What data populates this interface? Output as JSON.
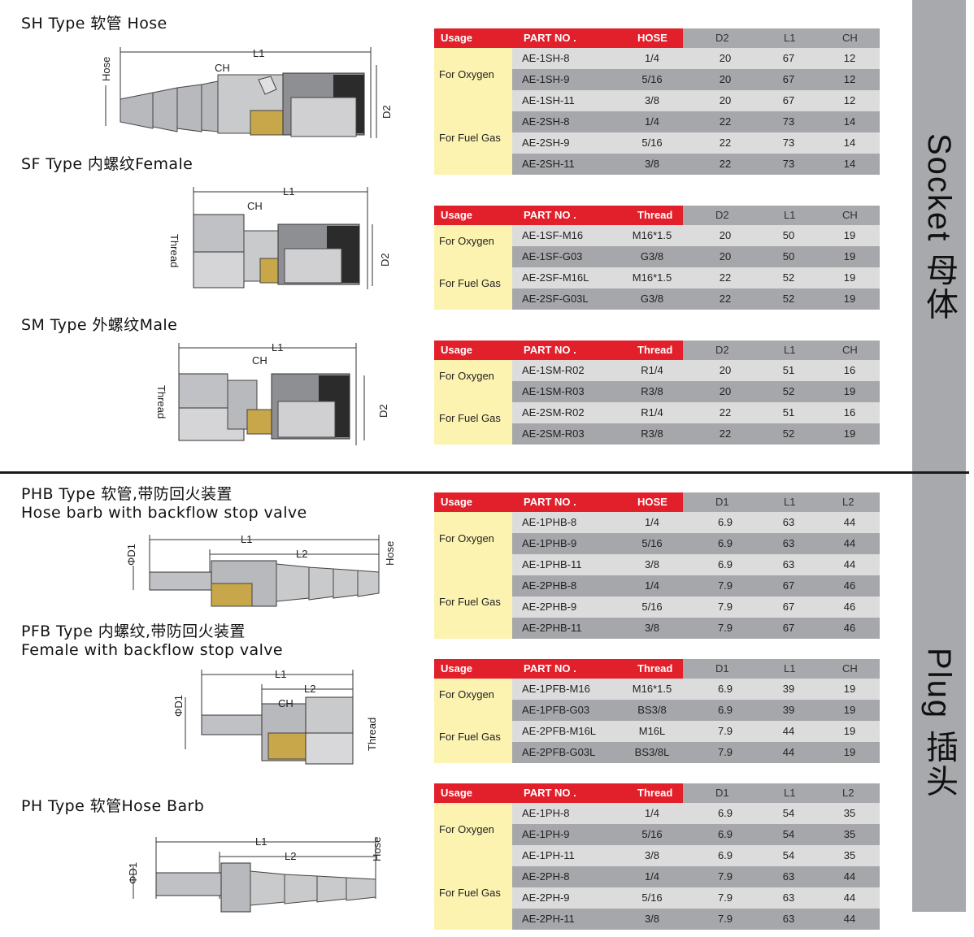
{
  "side_labels": {
    "socket": "Socket 母体",
    "plug": "Plug 插头"
  },
  "headings": {
    "sh": "SH Type 软管 Hose",
    "sf": "SF Type 内螺纹Female",
    "sm": "SM Type 外螺纹Male",
    "phb_1": "PHB Type 软管,带防回火装置",
    "phb_2": "Hose barb with backflow stop valve",
    "pfb_1": "PFB Type 内螺纹,带防回火装置",
    "pfb_2": "Female with backflow stop valve",
    "ph": "PH Type 软管Hose Barb"
  },
  "dims": {
    "l1": "L1",
    "l2": "L2",
    "ch": "CH",
    "d2": "D2",
    "hose": "Hose",
    "thread": "Thread",
    "od1": "ΦD1"
  },
  "colors": {
    "header_red": "#e2202b",
    "header_gray": "#a8a9ad",
    "usage_yellow": "#fdf3b1",
    "row_light": "#dcdcdc",
    "row_dark": "#a6a7aa"
  },
  "tables": [
    {
      "headers": [
        "Usage",
        "PART NO .",
        "HOSE",
        "D2",
        "L1",
        "CH"
      ],
      "usage": [
        "For Oxygen",
        "For Fuel Gas"
      ],
      "rows": [
        [
          "AE-1SH-8",
          "1/4",
          "20",
          "67",
          "12"
        ],
        [
          "AE-1SH-9",
          "5/16",
          "20",
          "67",
          "12"
        ],
        [
          "AE-1SH-11",
          "3/8",
          "20",
          "67",
          "12"
        ],
        [
          "AE-2SH-8",
          "1/4",
          "22",
          "73",
          "14"
        ],
        [
          "AE-2SH-9",
          "5/16",
          "22",
          "73",
          "14"
        ],
        [
          "AE-2SH-11",
          "3/8",
          "22",
          "73",
          "14"
        ]
      ]
    },
    {
      "headers": [
        "Usage",
        "PART NO .",
        "Thread",
        "D2",
        "L1",
        "CH"
      ],
      "usage": [
        "For Oxygen",
        "For Fuel Gas"
      ],
      "rows": [
        [
          "AE-1SF-M16",
          "M16*1.5",
          "20",
          "50",
          "19"
        ],
        [
          "AE-1SF-G03",
          "G3/8",
          "20",
          "50",
          "19"
        ],
        [
          "AE-2SF-M16L",
          "M16*1.5",
          "22",
          "52",
          "19"
        ],
        [
          "AE-2SF-G03L",
          "G3/8",
          "22",
          "52",
          "19"
        ]
      ]
    },
    {
      "headers": [
        "Usage",
        "PART NO .",
        "Thread",
        "D2",
        "L1",
        "CH"
      ],
      "usage": [
        "For Oxygen",
        "For Fuel Gas"
      ],
      "rows": [
        [
          "AE-1SM-R02",
          "R1/4",
          "20",
          "51",
          "16"
        ],
        [
          "AE-1SM-R03",
          "R3/8",
          "20",
          "52",
          "19"
        ],
        [
          "AE-2SM-R02",
          "R1/4",
          "22",
          "51",
          "16"
        ],
        [
          "AE-2SM-R03",
          "R3/8",
          "22",
          "52",
          "19"
        ]
      ]
    },
    {
      "headers": [
        "Usage",
        "PART NO .",
        "HOSE",
        "D1",
        "L1",
        "L2"
      ],
      "usage": [
        "For Oxygen",
        "For Fuel Gas"
      ],
      "rows": [
        [
          "AE-1PHB-8",
          "1/4",
          "6.9",
          "63",
          "44"
        ],
        [
          "AE-1PHB-9",
          "5/16",
          "6.9",
          "63",
          "44"
        ],
        [
          "AE-1PHB-11",
          "3/8",
          "6.9",
          "63",
          "44"
        ],
        [
          "AE-2PHB-8",
          "1/4",
          "7.9",
          "67",
          "46"
        ],
        [
          "AE-2PHB-9",
          "5/16",
          "7.9",
          "67",
          "46"
        ],
        [
          "AE-2PHB-11",
          "3/8",
          "7.9",
          "67",
          "46"
        ]
      ]
    },
    {
      "headers": [
        "Usage",
        "PART NO .",
        "Thread",
        "D1",
        "L1",
        "CH"
      ],
      "usage": [
        "For Oxygen",
        "For Fuel Gas"
      ],
      "rows": [
        [
          "AE-1PFB-M16",
          "M16*1.5",
          "6.9",
          "39",
          "19"
        ],
        [
          "AE-1PFB-G03",
          "BS3/8",
          "6.9",
          "39",
          "19"
        ],
        [
          "AE-2PFB-M16L",
          "M16L",
          "7.9",
          "44",
          "19"
        ],
        [
          "AE-2PFB-G03L",
          "BS3/8L",
          "7.9",
          "44",
          "19"
        ]
      ]
    },
    {
      "headers": [
        "Usage",
        "PART NO .",
        "Thread",
        "D1",
        "L1",
        "L2"
      ],
      "usage": [
        "For Oxygen",
        "For Fuel Gas"
      ],
      "rows": [
        [
          "AE-1PH-8",
          "1/4",
          "6.9",
          "54",
          "35"
        ],
        [
          "AE-1PH-9",
          "5/16",
          "6.9",
          "54",
          "35"
        ],
        [
          "AE-1PH-11",
          "3/8",
          "6.9",
          "54",
          "35"
        ],
        [
          "AE-2PH-8",
          "1/4",
          "7.9",
          "63",
          "44"
        ],
        [
          "AE-2PH-9",
          "5/16",
          "7.9",
          "63",
          "44"
        ],
        [
          "AE-2PH-11",
          "3/8",
          "7.9",
          "63",
          "44"
        ]
      ]
    }
  ]
}
